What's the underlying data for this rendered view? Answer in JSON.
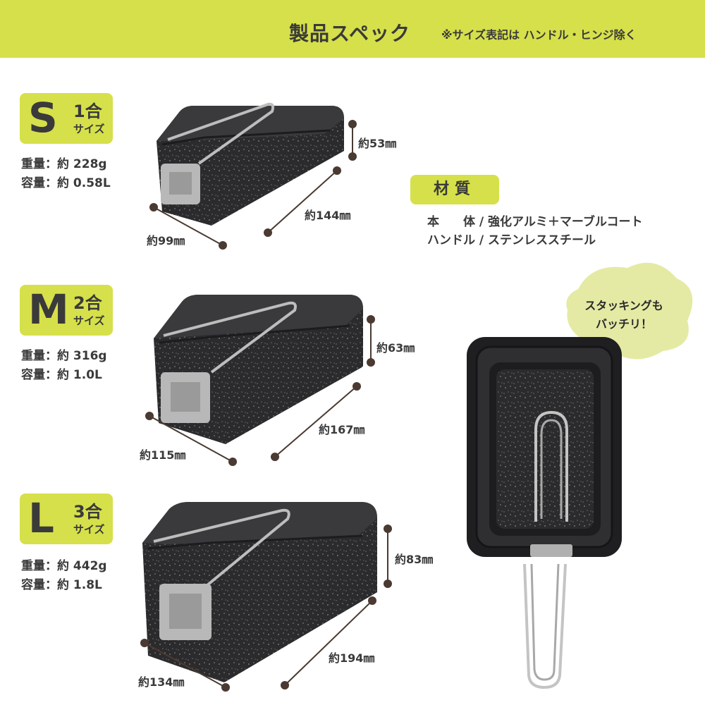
{
  "header": {
    "title": "製品スペック",
    "note": "※サイズ表記は ハンドル・ヒンジ除く"
  },
  "products": [
    {
      "letter": "S",
      "go": "1合",
      "saizu": "サイズ",
      "weight": "重量：約 228g",
      "capacity": "容量：約 0.58L",
      "height": "約53㎜",
      "length": "約144㎜",
      "width": "約99㎜"
    },
    {
      "letter": "M",
      "go": "2合",
      "saizu": "サイズ",
      "weight": "重量：約 316g",
      "capacity": "容量：約 1.0L",
      "height": "約63㎜",
      "length": "約167㎜",
      "width": "約115㎜"
    },
    {
      "letter": "L",
      "go": "3合",
      "saizu": "サイズ",
      "weight": "重量：約 442g",
      "capacity": "容量：約 1.8L",
      "height": "約83㎜",
      "length": "約194㎜",
      "width": "約134㎜"
    }
  ],
  "material": {
    "label": "材質",
    "body_line": "本　　体 / 強化アルミ＋マーブルコート",
    "handle_line": "ハンドル / ステンレススチール"
  },
  "bubble": {
    "line1": "スタッキングも",
    "line2": "バッチリ！"
  },
  "colors": {
    "accent": "#d6e04a",
    "bubble": "#e4eaa4",
    "text": "#3a3a3a",
    "pot": "#2b2b2d",
    "dimension_dot": "#4a3a32"
  }
}
